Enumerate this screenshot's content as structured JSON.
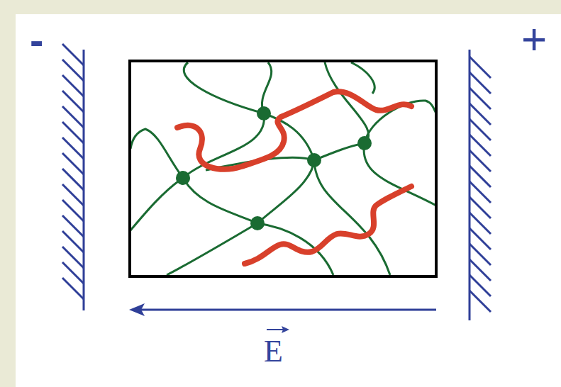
{
  "diagram": {
    "labels": [
      "-",
      "+",
      "E"
    ]
  }
}
